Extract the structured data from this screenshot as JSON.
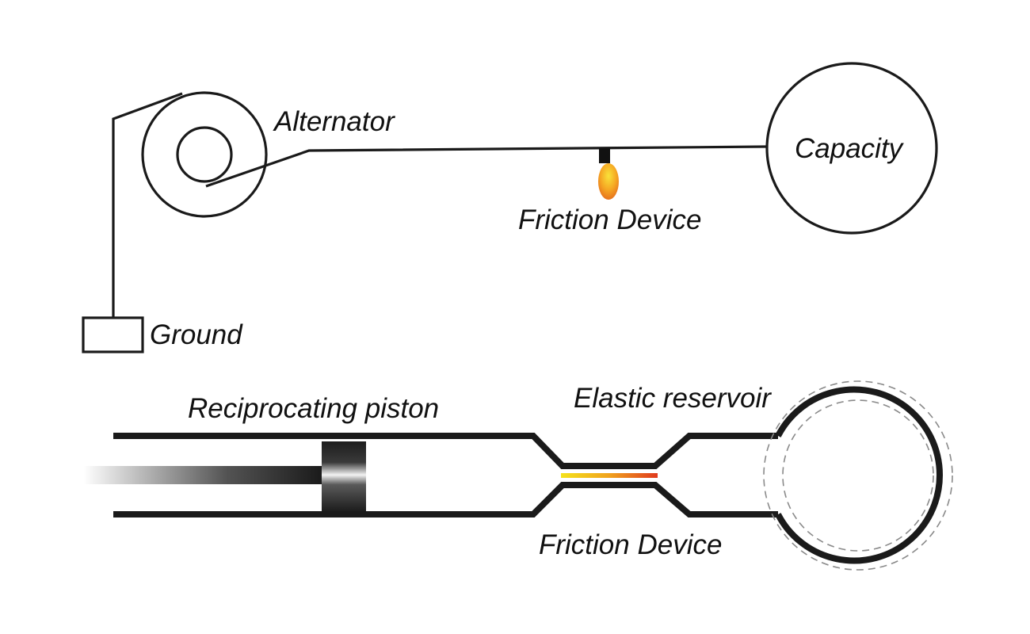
{
  "electrical": {
    "alternator_label": "Alternator",
    "capacity_label": "Capacity",
    "friction_label": "Friction Device",
    "ground_label": "Ground"
  },
  "hydraulic": {
    "piston_label": "Reciprocating piston",
    "reservoir_label": "Elastic reservoir",
    "friction_label": "Friction Device"
  },
  "colors": {
    "line": "#1a1a1a",
    "flame_outer": "#e8731d",
    "flame_inner": "#f7d230",
    "friction_hot": "#e03a1e",
    "friction_warm": "#f4d21c",
    "dashed": "#888888"
  }
}
